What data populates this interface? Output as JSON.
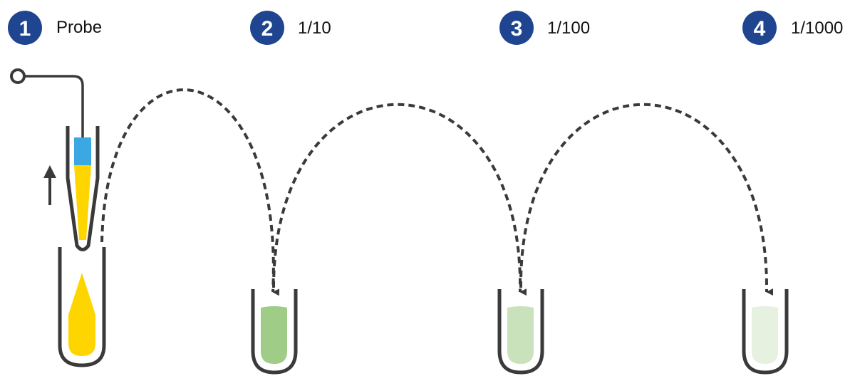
{
  "colors": {
    "badge": "#1f4591",
    "outline": "#3a3a3a",
    "sample_yellow": "#ffd500",
    "probe_tip": "#3ba7e3",
    "dilution_1_10": "#9fcc86",
    "dilution_1_100": "#c9e2bc",
    "dilution_1_1000": "#e6f1e0"
  },
  "steps": [
    {
      "number": "1",
      "label": "Probe"
    },
    {
      "number": "2",
      "label": "1/10"
    },
    {
      "number": "3",
      "label": "1/100"
    },
    {
      "number": "4",
      "label": "1/1000"
    }
  ],
  "icons": {
    "probe": "probe-icon",
    "arrow": "up-arrow-icon",
    "transfer": "dashed-transfer-arrow"
  }
}
